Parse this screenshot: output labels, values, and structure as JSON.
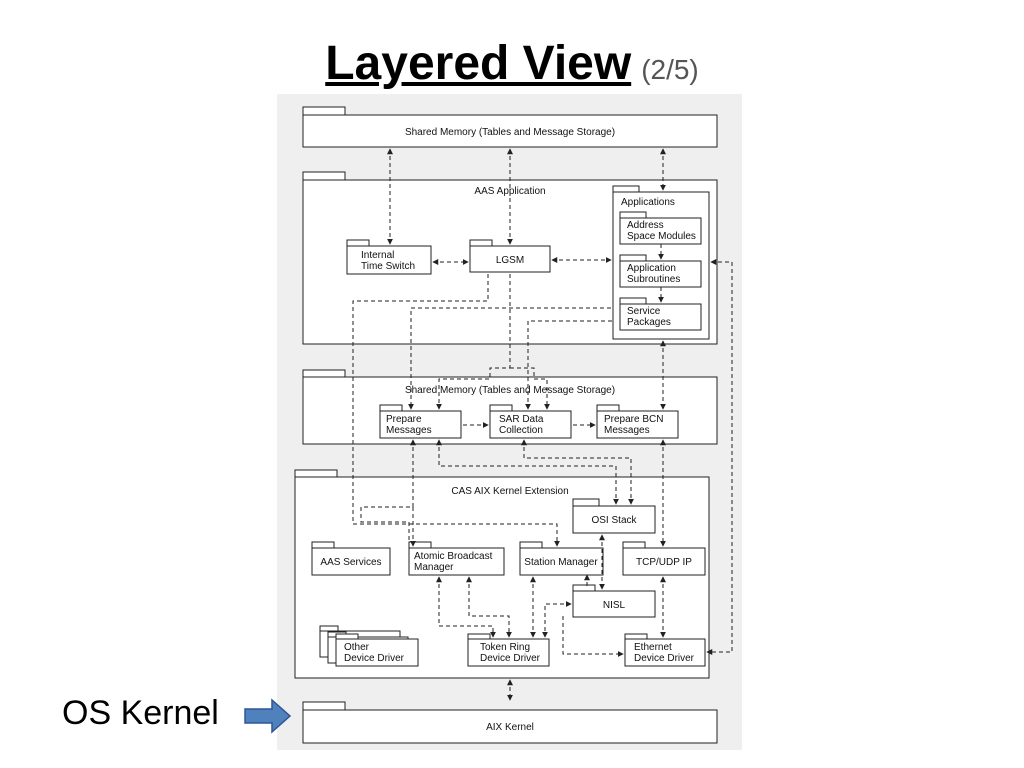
{
  "slide": {
    "title": "Layered View",
    "subtitle": "(2/5)",
    "os_label": "OS Kernel"
  },
  "diagram": {
    "shared_memory_top": "Shared Memory (Tables and Message Storage)",
    "aas_application": "AAS Application",
    "internal_time_switch": [
      "Internal",
      "Time Switch"
    ],
    "lgsm": "LGSM",
    "applications": "Applications",
    "address_space_modules": [
      "Address",
      "Space Modules"
    ],
    "application_subroutines": [
      "Application",
      "Subroutines"
    ],
    "service_packages": [
      "Service",
      "Packages"
    ],
    "shared_memory_mid": "Shared Memory (Tables and Message Storage)",
    "prepare_messages": [
      "Prepare",
      "Messages"
    ],
    "sar_data_collection": [
      "SAR Data",
      "Collection"
    ],
    "prepare_bcn_messages": [
      "Prepare BCN",
      "Messages"
    ],
    "cas_aix_kernel_extension": "CAS AIX Kernel Extension",
    "osi_stack": "OSI Stack",
    "aas_services": "AAS Services",
    "atomic_broadcast_manager": [
      "Atomic Broadcast",
      "Manager"
    ],
    "station_manager": "Station Manager",
    "tcp_udp_ip": "TCP/UDP IP",
    "nisl": "NISL",
    "other_device_driver": [
      "Other",
      "Device Driver"
    ],
    "token_ring_device_driver": [
      "Token Ring",
      "Device Driver"
    ],
    "ethernet_device_driver": [
      "Ethernet",
      "Device Driver"
    ],
    "aix_kernel": "AIX Kernel"
  },
  "colors": {
    "diagram_background": "#efefef",
    "arrow_fill": "#4f81bd",
    "arrow_stroke": "#2f5597",
    "subtitle": "#555555"
  }
}
